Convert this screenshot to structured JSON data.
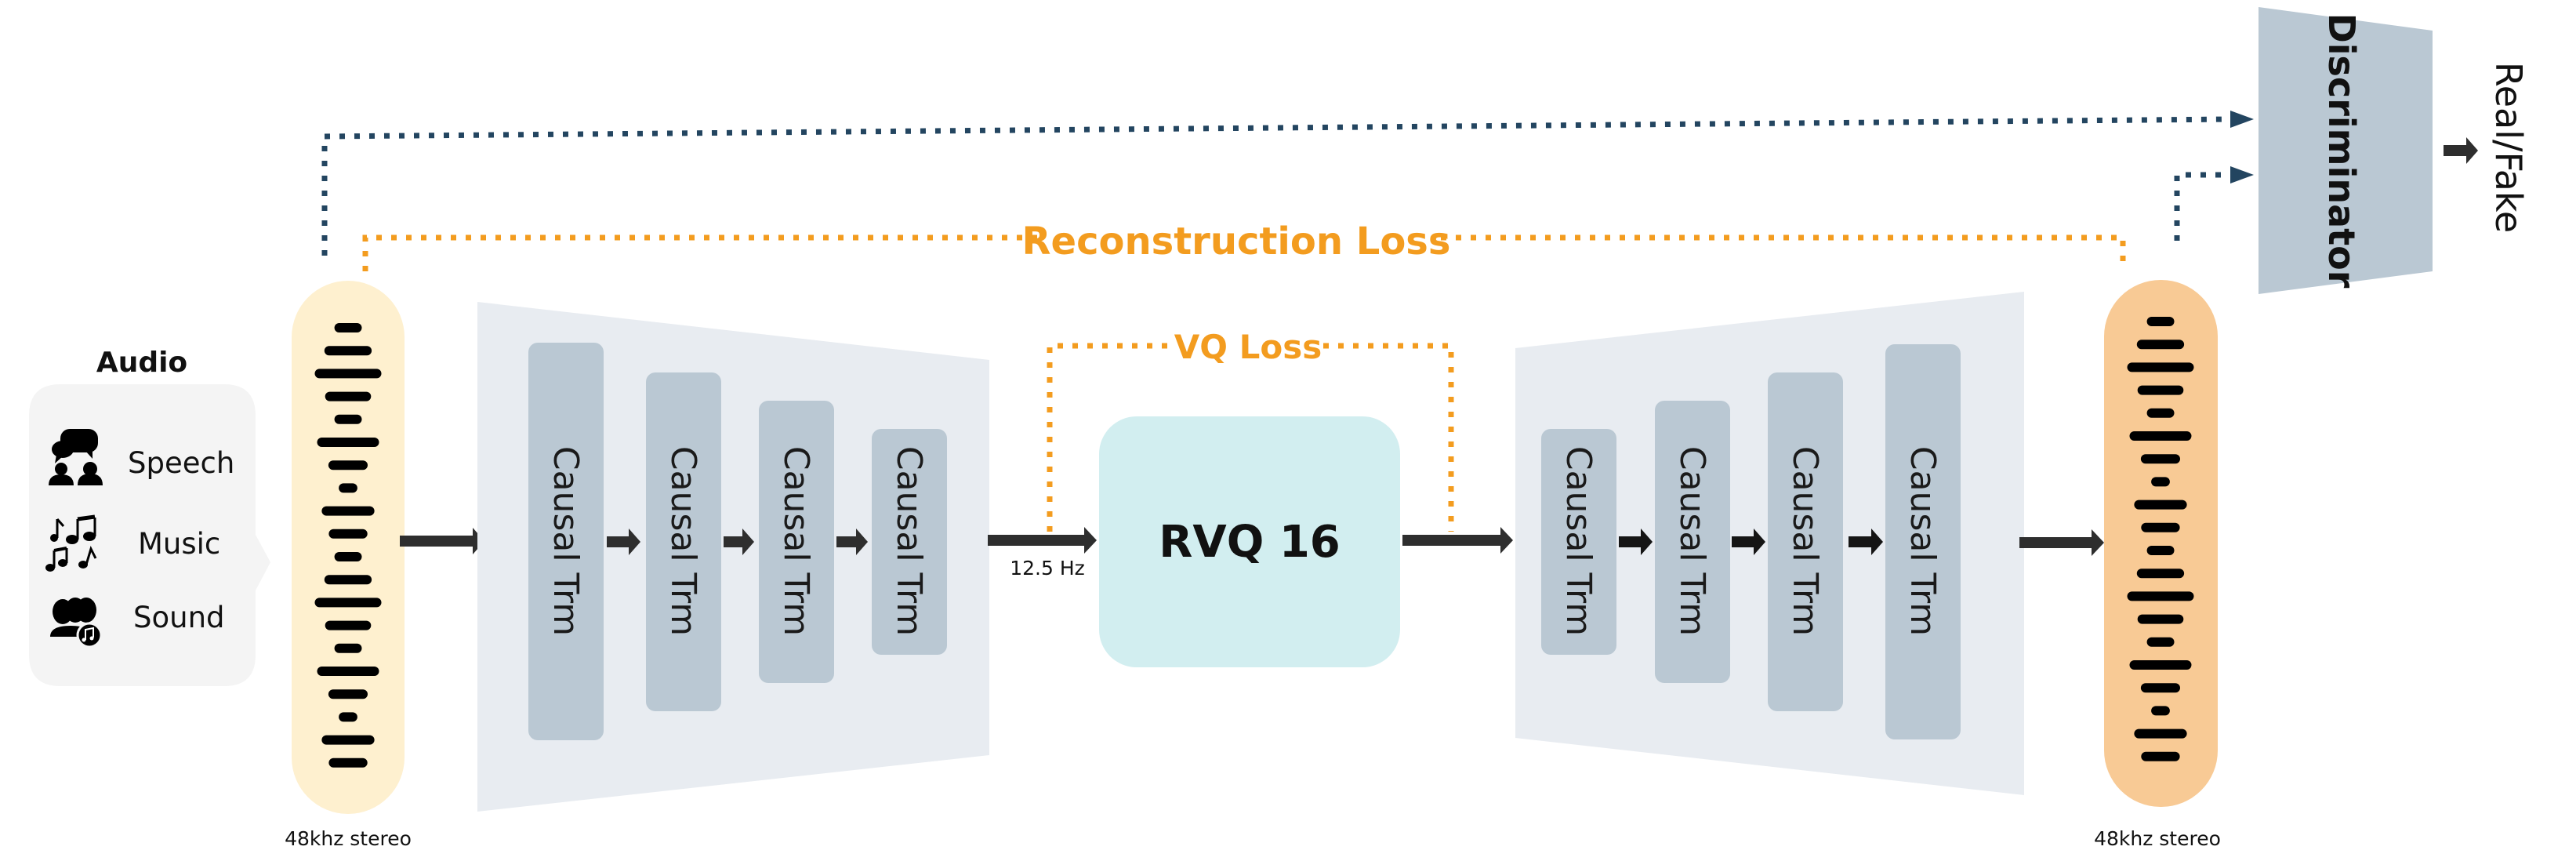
{
  "colors": {
    "input_pill": "#FEF0CF",
    "output_pill": "#F8CA95",
    "waveform_bar": "#000000",
    "encoder_bg": "#E8ECF1",
    "decoder_bg": "#E8ECF1",
    "block": "#BAC8D3",
    "rvq": "#D2EEF0",
    "audio_panel": "#F4F4F4",
    "discriminator": "#BAC8D3",
    "arrow": "#2E2E2E",
    "inner_arrow": "#151515",
    "adversarial_line": "#234560",
    "loss_line": "#F39C1F"
  },
  "audio_panel": {
    "title": "Audio",
    "items": [
      {
        "label": "Speech",
        "icon": "speech-people-icon"
      },
      {
        "label": "Music",
        "icon": "music-notes-icon"
      },
      {
        "label": "Sound",
        "icon": "sound-crowd-icon"
      }
    ]
  },
  "input_audio": {
    "label": "48khz stereo",
    "waveform_levels": [
      0.41,
      0.71,
      1.0,
      0.69,
      0.41,
      0.93,
      0.59,
      0.28,
      0.79,
      0.58,
      0.41,
      0.71,
      1.0,
      0.69,
      0.41,
      0.93,
      0.59,
      0.28,
      0.79,
      0.58
    ]
  },
  "encoder": {
    "blocks": [
      {
        "label": "Causal Trm"
      },
      {
        "label": "Causal Trm"
      },
      {
        "label": "Causal Trm"
      },
      {
        "label": "Causal Trm"
      }
    ]
  },
  "frame_rate_label": "12.5 Hz",
  "quantizer": {
    "label": "RVQ 16"
  },
  "decoder": {
    "blocks": [
      {
        "label": "Causal Trm"
      },
      {
        "label": "Causal Trm"
      },
      {
        "label": "Causal Trm"
      },
      {
        "label": "Causal Trm"
      }
    ]
  },
  "output_audio": {
    "label": "48khz stereo",
    "waveform_levels": [
      0.41,
      0.71,
      1.0,
      0.69,
      0.41,
      0.93,
      0.59,
      0.28,
      0.79,
      0.58,
      0.41,
      0.71,
      1.0,
      0.69,
      0.41,
      0.93,
      0.59,
      0.28,
      0.79,
      0.58
    ]
  },
  "losses": {
    "reconstruction": "Reconstruction Loss",
    "vq": "VQ Loss"
  },
  "discriminator": {
    "label": "Discriminator",
    "output_label": "Real/Fake"
  }
}
